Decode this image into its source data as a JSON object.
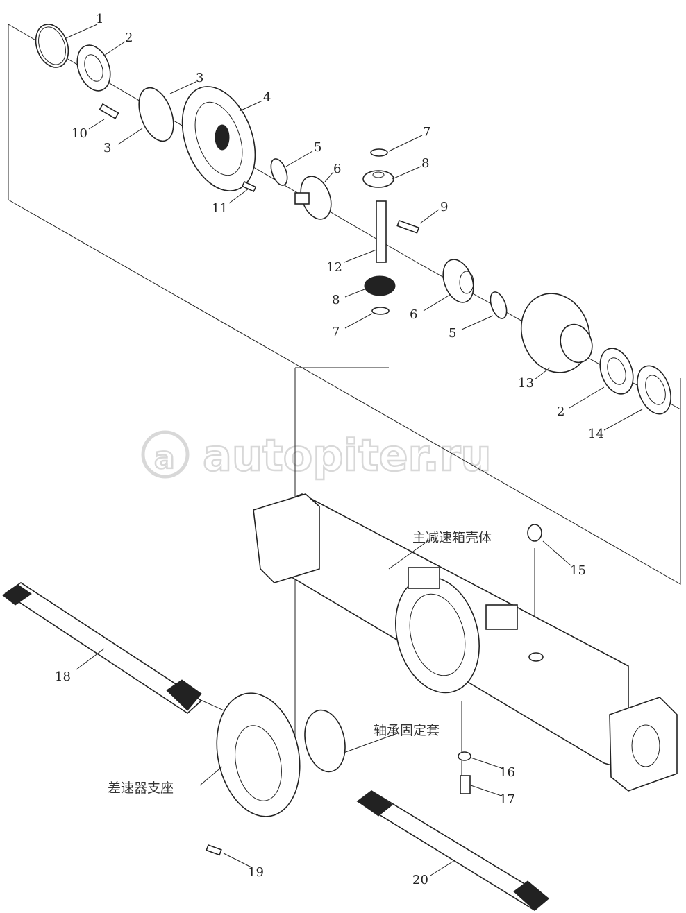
{
  "diagram": {
    "callouts": [
      "1",
      "2",
      "3",
      "10",
      "3",
      "4",
      "5",
      "7",
      "8",
      "6",
      "9",
      "11",
      "12",
      "8",
      "7",
      "6",
      "5",
      "13",
      "2",
      "14",
      "15",
      "18",
      "16",
      "17",
      "19",
      "20"
    ],
    "part_names": {
      "main_reducer_housing": "主减速箱壳体",
      "bearing_retainer_sleeve": "轴承固定套",
      "differential_support": "差速器支座"
    },
    "watermark": "autopiter.ru"
  }
}
